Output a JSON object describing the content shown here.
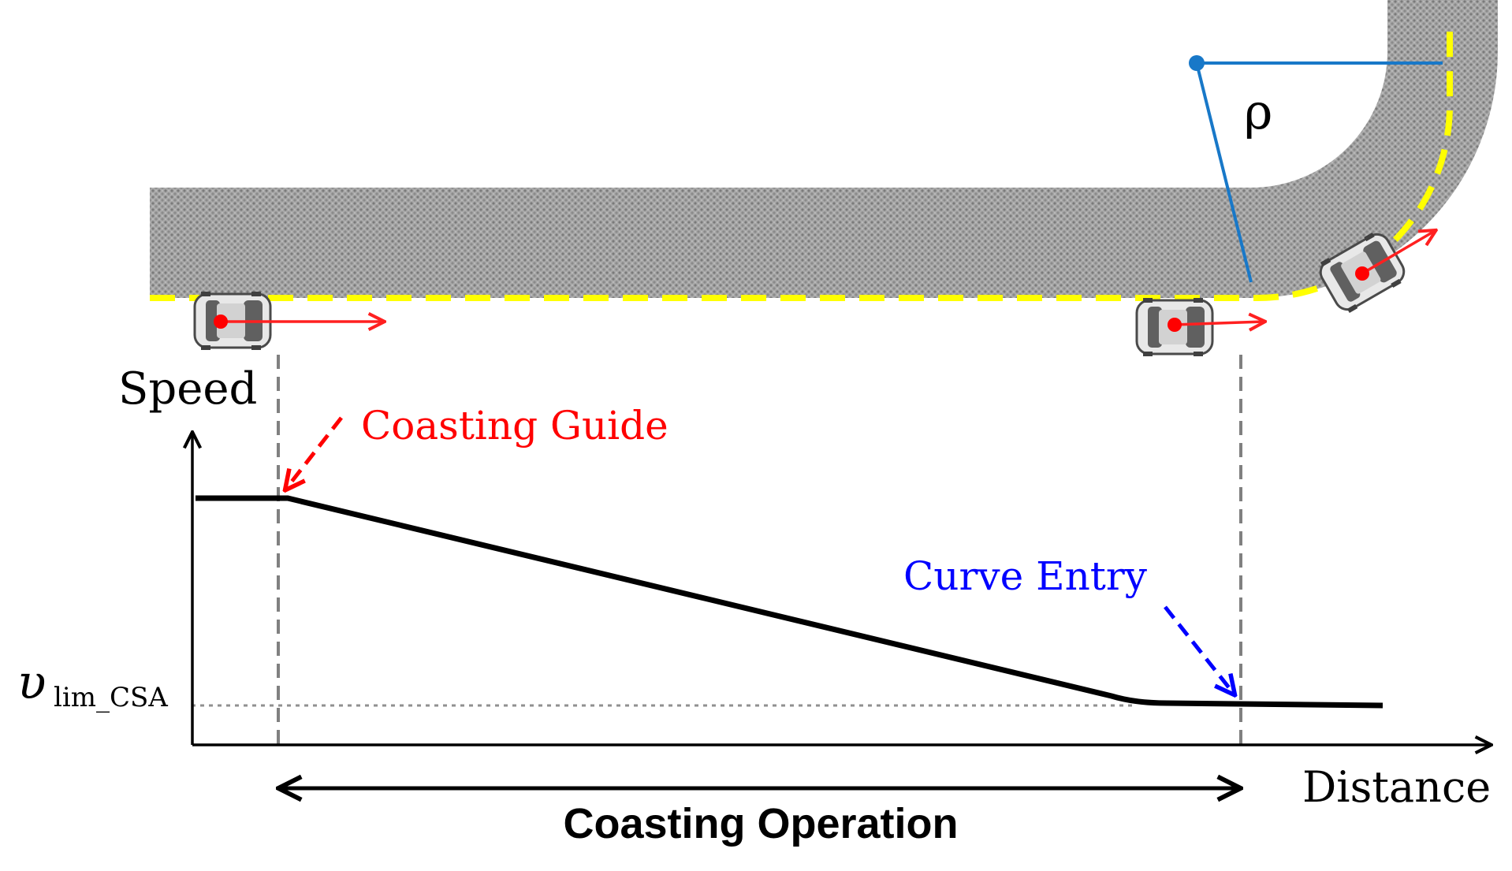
{
  "labels": {
    "rho": "ρ",
    "y_axis": "Speed",
    "x_axis": "Distance",
    "coasting_guide": "Coasting Guide",
    "curve_entry": "Curve Entry",
    "v_lim_symbol": "υ",
    "v_lim_subscript": "lim_CSA",
    "coasting_operation": "Coasting Operation"
  },
  "colors": {
    "road": "#9a9a9a",
    "lane_marking": "#ffff00",
    "radius": "#1878c8",
    "guide": "#ff0000",
    "curve_entry": "#0000ff",
    "profile": "#000000",
    "marker_line": "#808080",
    "car_body": "#e6e6e6",
    "velocity_arrow": "#ff2020"
  }
}
